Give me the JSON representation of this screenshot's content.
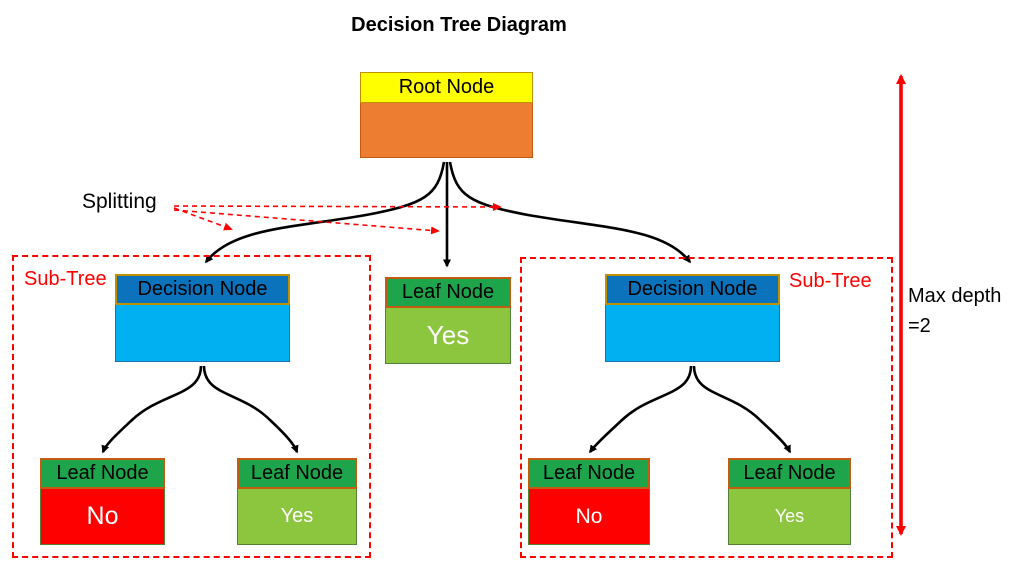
{
  "title": "Decision Tree Diagram",
  "annotations": {
    "splitting_label": "Splitting",
    "max_depth_line1": "Max depth",
    "max_depth_line2": "=2",
    "subtree_left_label": "Sub-Tree",
    "subtree_right_label": "Sub-Tree"
  },
  "nodes": {
    "root": {
      "title": "Root Node",
      "value": ""
    },
    "left_decision": {
      "title": "Decision Node",
      "value": ""
    },
    "middle_leaf": {
      "title": "Leaf Node",
      "value": "Yes"
    },
    "right_decision": {
      "title": "Decision Node",
      "value": ""
    },
    "left_leaf_no": {
      "title": "Leaf Node",
      "value": "No"
    },
    "left_leaf_yes": {
      "title": "Leaf Node",
      "value": "Yes"
    },
    "right_leaf_no": {
      "title": "Leaf Node",
      "value": "No"
    },
    "right_leaf_yes": {
      "title": "Leaf Node",
      "value": "Yes"
    }
  },
  "icons": {
    "black_arrow": "arrowhead-icon",
    "red_dashed_arrow": "dashed-arrow-icon",
    "red_double_arrow": "double-arrow-icon"
  },
  "colors": {
    "yellow": "#FFFF00",
    "orange": "#ED7D31",
    "orange_border": "#C55A11",
    "gold_border": "#BF9000",
    "blue_header": "#0B72BC",
    "blue_body": "#00B0F0",
    "blue_border": "#1F6FB5",
    "green_header": "#1EA44A",
    "green_body": "#8CC63F",
    "green_border": "#538135",
    "leaf_border": "#C55A11",
    "red": "#FF0000",
    "black": "#000000"
  }
}
